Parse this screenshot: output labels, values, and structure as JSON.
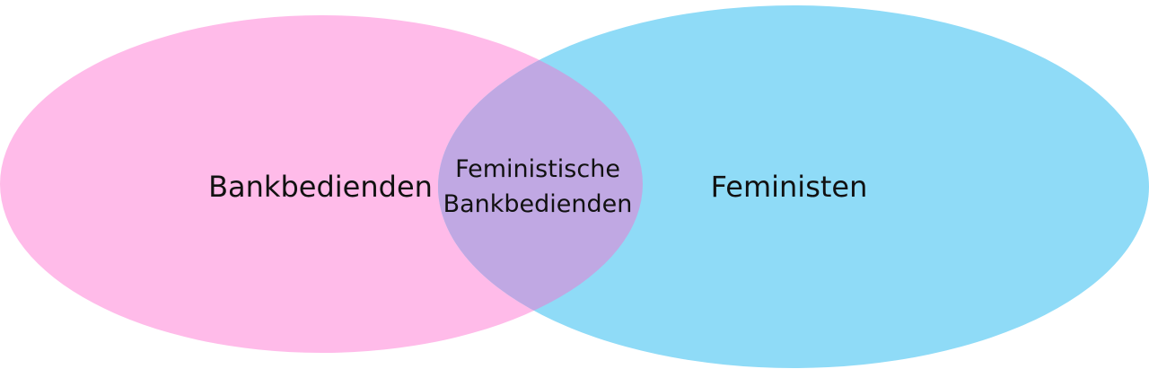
{
  "diagram": {
    "type": "venn",
    "sets": [
      {
        "id": "left",
        "label": "Bankbedienden",
        "color": "#ffbbe9"
      },
      {
        "id": "right",
        "label": "Feministen",
        "color": "#8fdbf7"
      }
    ],
    "intersection": {
      "label_line1": "Feministische",
      "label_line2": "Bankbedienden",
      "color": "#c0a8e3"
    }
  }
}
